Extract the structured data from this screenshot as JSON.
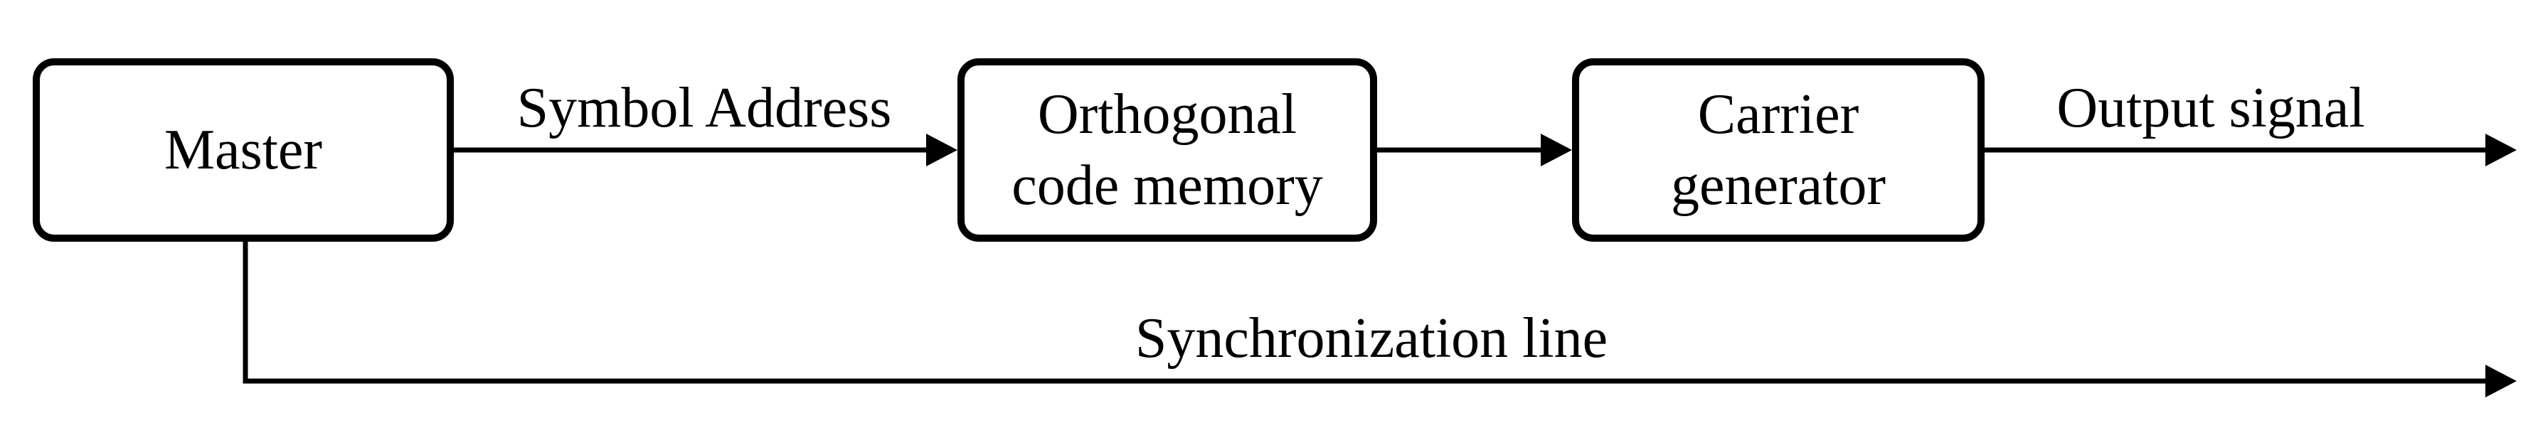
{
  "diagram": {
    "nodes": [
      {
        "id": "master",
        "label": "Master",
        "lines": [
          "Master"
        ]
      },
      {
        "id": "orthogonal_code_memory",
        "label": "Orthogonal code memory",
        "lines": [
          "Orthogonal",
          "code memory"
        ]
      },
      {
        "id": "carrier_generator",
        "label": "Carrier generator",
        "lines": [
          "Carrier",
          "generator"
        ]
      }
    ],
    "edges": [
      {
        "from": "master",
        "to": "orthogonal_code_memory",
        "label": "Symbol Address"
      },
      {
        "from": "orthogonal_code_memory",
        "to": "carrier_generator",
        "label": ""
      },
      {
        "from": "carrier_generator",
        "to": null,
        "label": "Output signal"
      },
      {
        "from": "master",
        "to": null,
        "label": "Synchronization line"
      }
    ],
    "colors": {
      "stroke": "#000000",
      "background": "#ffffff",
      "box_fill": "#ffffff"
    }
  }
}
